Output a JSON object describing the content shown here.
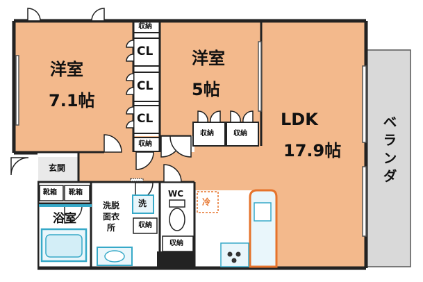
{
  "rooms": {
    "western_room_1": {
      "name": "洋室",
      "size": "7.1帖"
    },
    "western_room_2": {
      "name": "洋室",
      "size": "5帖"
    },
    "ldk": {
      "name": "LDK",
      "size": "17.9帖"
    },
    "veranda": {
      "name": "ベランダ"
    },
    "entrance": {
      "name": "玄関"
    },
    "bathroom": {
      "name": "浴室"
    },
    "washroom": {
      "name": "洗脱\n面衣\n所"
    },
    "wc": {
      "name": "WC"
    }
  },
  "fixtures": {
    "closet": "CL",
    "storage": "収納",
    "shoe_box": "靴箱",
    "washer": "洗",
    "fridge": "冷"
  },
  "colors": {
    "room_fill": "#f3b98c",
    "wet_fill": "#ffffff",
    "wall": "#222222",
    "veranda_fill": "#d9d9d9",
    "bath_accent": "#37a9c8",
    "counter_accent": "#e6732b"
  }
}
